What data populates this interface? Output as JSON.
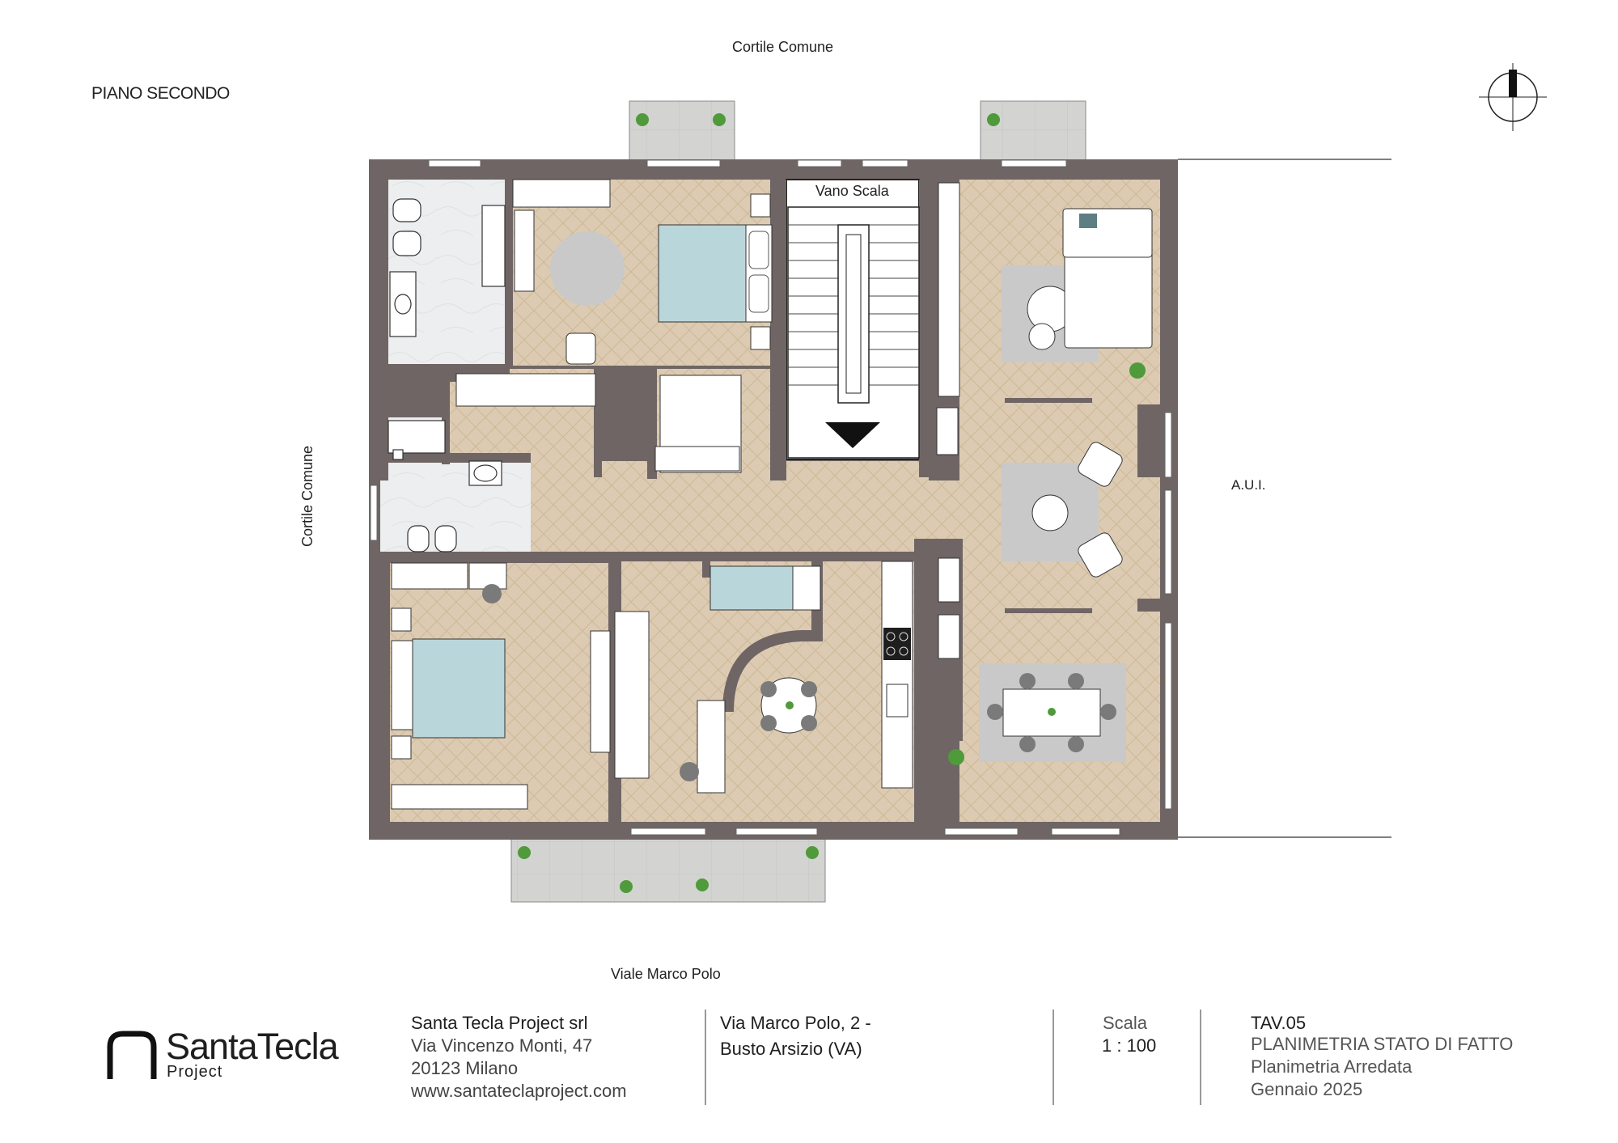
{
  "drawing": {
    "floor_label": "PIANO SECONDO",
    "label_top": "Cortile Comune",
    "label_left": "Cortile Comune",
    "label_bottom": "Viale Marco Polo",
    "label_right": "A.U.I.",
    "label_stair": "Vano Scala",
    "icons": [
      "north-arrow-icon",
      "plant-icon",
      "bed-icon",
      "toilet-icon",
      "sink-icon",
      "cooktop-icon",
      "sofa-icon",
      "chair-icon",
      "stair-arrow-icon"
    ]
  },
  "title_block": {
    "logo_name": "SantaTecla",
    "logo_sub": "Project",
    "company": "Santa Tecla Project srl",
    "address_line1": "Via Vincenzo Monti, 47",
    "address_line2": "20123 Milano",
    "website": "www.santateclaproject.com",
    "site_line1": "Via Marco Polo, 2 -",
    "site_line2": "Busto Arsizio (VA)",
    "scale_label": "Scala",
    "scale_value": "1 : 100",
    "sheet_code": "TAV.05",
    "sheet_title": "PLANIMETRIA STATO DI FATTO",
    "sheet_subtitle": "Planimetria Arredata",
    "date": "Gennaio 2025"
  },
  "colors": {
    "wall": "#6f6565",
    "wood": "#dccbb2",
    "marble": "#eceeef",
    "balcony": "#d3d3d1",
    "bed_cover": "#b9d6db",
    "rug": "#c9c9c9",
    "furniture": "#ffffff",
    "plant": "#4f9a3b"
  }
}
